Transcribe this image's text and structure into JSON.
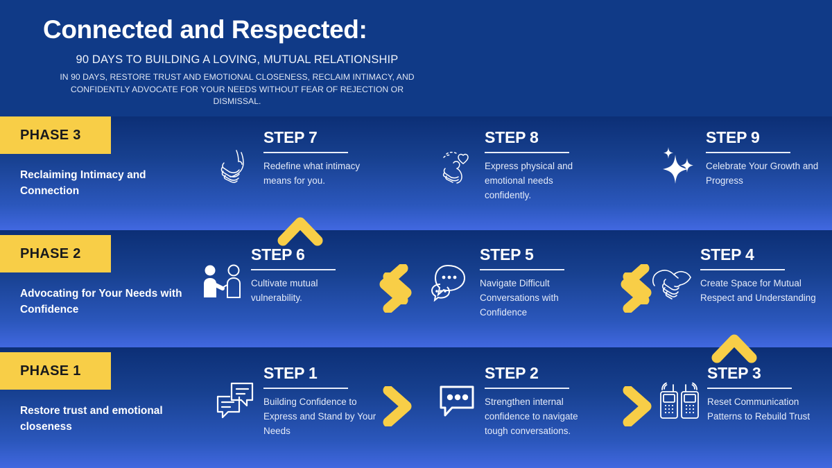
{
  "header": {
    "title": "Connected and Respected:",
    "subtitle": "90 DAYS TO BUILDING A LOVING, MUTUAL RELATIONSHIP",
    "description": "IN 90 DAYS, RESTORE TRUST AND EMOTIONAL CLOSENESS, RECLAIM INTIMACY, AND CONFIDENTLY ADVOCATE FOR YOUR NEEDS WITHOUT FEAR OF REJECTION OR DISMISSAL."
  },
  "colors": {
    "gold": "#F8CE47",
    "band_dark": "#0C2F76",
    "band_light": "#4168E0",
    "header_bg": "#103A87",
    "text_white": "#FFFFFF"
  },
  "phases": [
    {
      "label": "PHASE 3",
      "description": "Reclaiming Intimacy and Connection",
      "steps": [
        {
          "title": "STEP 7",
          "description": "Redefine what intimacy means for you.",
          "icon": "clasped-hands-icon"
        },
        {
          "title": "STEP 8",
          "description": "Express physical and emotional needs confidently.",
          "icon": "hand-heart-touch-icon"
        },
        {
          "title": "STEP 9",
          "description": "Celebrate Your Growth and Progress",
          "icon": "sparkle-icon"
        }
      ]
    },
    {
      "label": "PHASE 2",
      "description": "Advocating for Your Needs with Confidence",
      "steps": [
        {
          "title": "STEP 6",
          "description": "Cultivate mutual vulnerability.",
          "icon": "two-people-reaching-icon"
        },
        {
          "title": "STEP 5",
          "description": "Navigate Difficult Conversations with Confidence",
          "icon": "two-speech-bubbles-icon"
        },
        {
          "title": "STEP 4",
          "description": "Create Space for Mutual Respect and Understanding",
          "icon": "handshake-icon"
        }
      ]
    },
    {
      "label": "PHASE 1",
      "description": "Restore trust and emotional closeness",
      "steps": [
        {
          "title": "STEP 1",
          "description": "Building Confidence to Express and Stand by Your Needs",
          "icon": "chat-bubbles-lines-icon"
        },
        {
          "title": "STEP 2",
          "description": "Strengthen internal confidence to navigate tough conversations.",
          "icon": "speech-bubble-dots-icon"
        },
        {
          "title": "STEP 3",
          "description": "Reset Communication Patterns to Rebuild Trust",
          "icon": "walkie-talkie-icon"
        }
      ]
    }
  ],
  "connectors": [
    {
      "name": "chevron-right-step7-to-step8",
      "direction": "right"
    },
    {
      "name": "chevron-right-step8-to-step9",
      "direction": "right"
    },
    {
      "name": "chevron-left-step6-to-step5",
      "direction": "left"
    },
    {
      "name": "chevron-left-step5-to-step4",
      "direction": "left"
    },
    {
      "name": "chevron-right-step1-to-step2",
      "direction": "right"
    },
    {
      "name": "chevron-right-step2-to-step3",
      "direction": "right"
    },
    {
      "name": "chevron-up-phase2-to-phase3",
      "direction": "up"
    },
    {
      "name": "chevron-up-phase1-to-phase2",
      "direction": "up"
    }
  ]
}
